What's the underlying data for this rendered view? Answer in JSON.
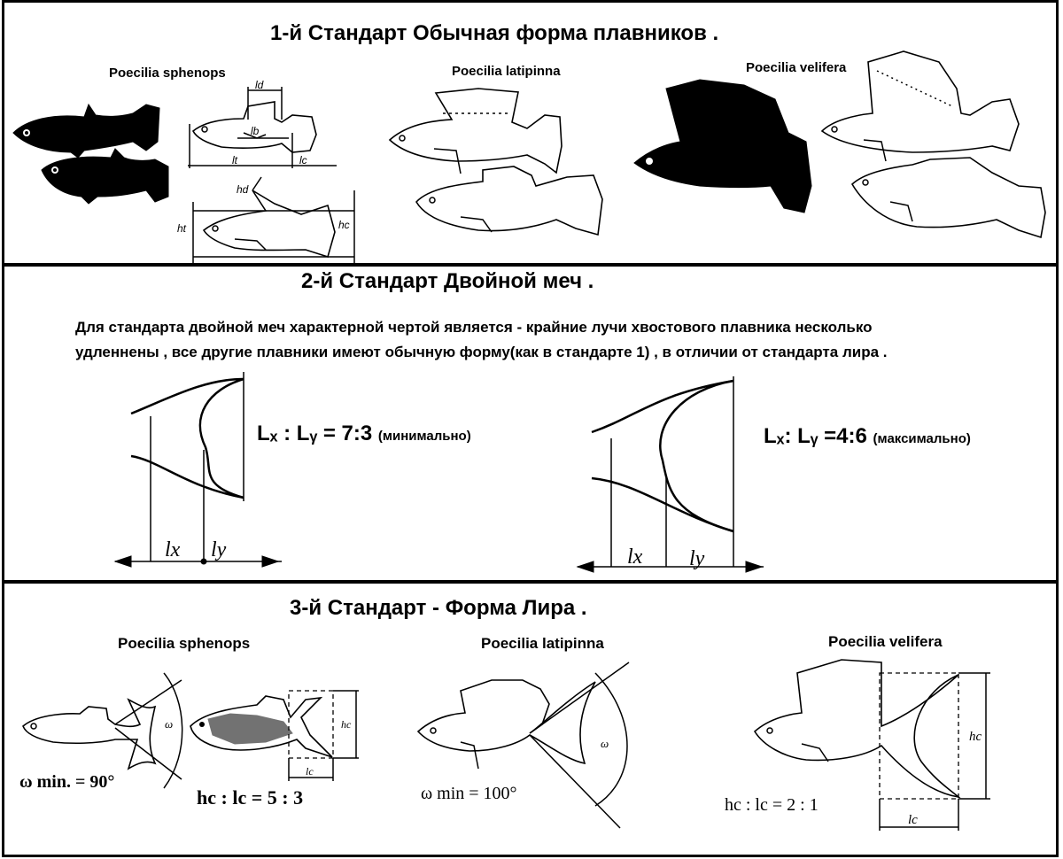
{
  "section1": {
    "title": "1-й  Стандарт  Обычная форма  плавников .",
    "species": [
      "Poecilia sphenops",
      "Poecilia  latipinna",
      "Poecilia velifera"
    ],
    "labels": {
      "ld": "ld",
      "lb": "lb",
      "lt": "lt",
      "lc": "lc",
      "hd": "hd",
      "ht": "ht",
      "hc": "hc"
    }
  },
  "section2": {
    "title": "2-й  Стандарт Двойной меч .",
    "description_line1": "Для стандарта двойной меч характерной чертой является - крайние лучи хвостового плавника несколько",
    "description_line2": "удленнены , все другие плавники имеют обычную форму(как в стандарте 1)   , в отличии от  стандарта лира .",
    "ratio_left": {
      "text": "Lₓ : Lᵧ = 7:3",
      "note": "(минимально)",
      "lx": "lx",
      "ly": "ly"
    },
    "ratio_right": {
      "text": "Lₓ: Lᵧ =4:6",
      "note": "(максимально)",
      "lx": "lx",
      "ly": "ly"
    }
  },
  "section3": {
    "title": "3-й   Стандарт - Форма Лира .",
    "species": [
      "Poecilia sphenops",
      "Poecilia  latipinna",
      "Poecilia  velifera"
    ],
    "omega_min_1": "ω min. = 90°",
    "ratio_1": "hc : lc  = 5 : 3",
    "omega_min_2": "ω min = 100°",
    "ratio_2": "hc : lc  = 2 : 1",
    "omega": "ω",
    "hc": "hc",
    "lc": "lc"
  }
}
